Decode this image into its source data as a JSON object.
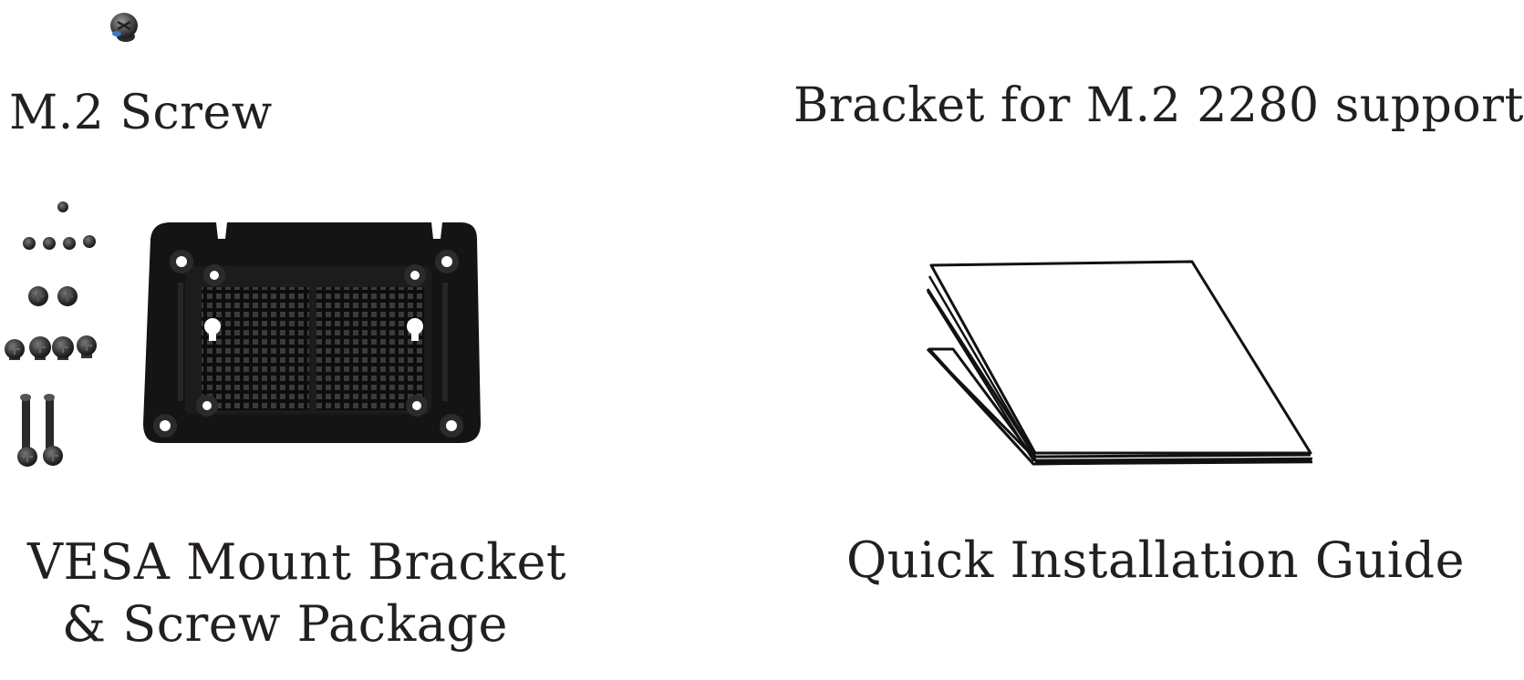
{
  "items": [
    {
      "label": "M.2 Screw",
      "image": "m2-screw-image"
    },
    {
      "label": "Bracket for M.2 2280 support",
      "image": ""
    },
    {
      "label_lines": [
        "VESA Mount Bracket",
        "& Screw Package"
      ],
      "image": "vesa-mount-bracket-and-screws-image"
    },
    {
      "label": "Quick Installation Guide",
      "image": "quick-installation-guide-booklet-image"
    }
  ],
  "colors": {
    "text": "#231f20",
    "bracket": "#141414",
    "line_art": "#111111",
    "screw_accent": "#3a78c8"
  }
}
